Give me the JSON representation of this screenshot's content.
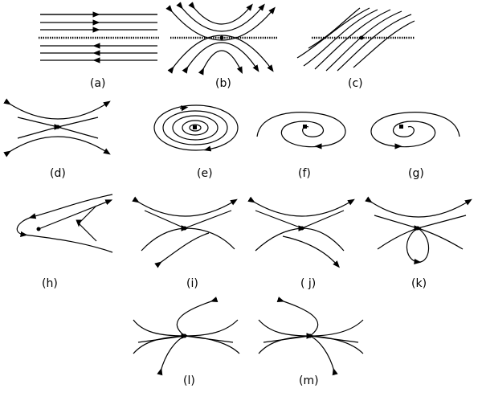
{
  "figure": {
    "labels": {
      "a": "(a)",
      "b": "(b)",
      "c": "(c)",
      "d": "(d)",
      "e": "(e)",
      "f": "(f)",
      "g": "(g)",
      "h": "(h)",
      "i": "(i)",
      "j": "( j)",
      "k": "(k)",
      "l": "(l)",
      "m": "(m)"
    }
  }
}
